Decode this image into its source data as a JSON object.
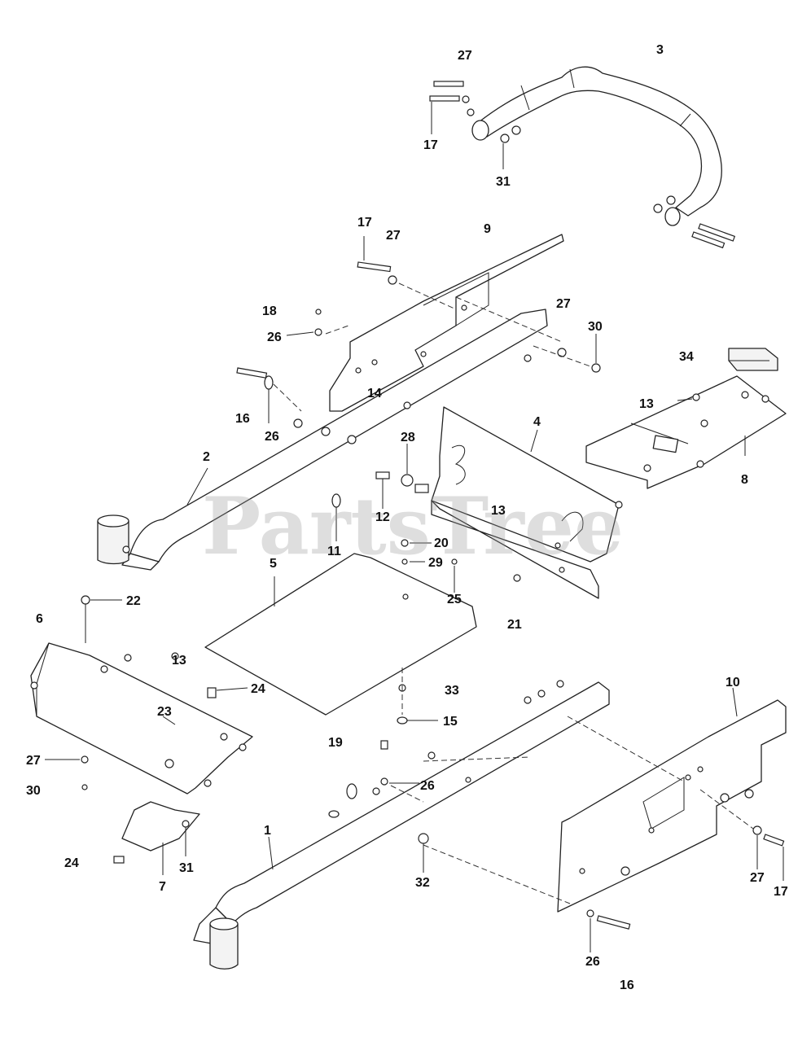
{
  "watermark": "PartsTree",
  "callouts": {
    "c1": "1",
    "c2": "2",
    "c3": "3",
    "c4": "4",
    "c5": "5",
    "c6": "6",
    "c7": "7",
    "c8": "8",
    "c9": "9",
    "c10": "10",
    "c11": "11",
    "c12": "12",
    "c13a": "13",
    "c13b": "13",
    "c13c": "13",
    "c14": "14",
    "c15": "15",
    "c16a": "16",
    "c16b": "16",
    "c17a": "17",
    "c17b": "17",
    "c17c": "17",
    "c18": "18",
    "c19": "19",
    "c20": "20",
    "c21": "21",
    "c22": "22",
    "c23": "23",
    "c24a": "24",
    "c24b": "24",
    "c25": "25",
    "c26a": "26",
    "c26b": "26",
    "c26c": "26",
    "c26d": "26",
    "c27a": "27",
    "c27b": "27",
    "c27c": "27",
    "c27d": "27",
    "c27e": "27",
    "c28": "28",
    "c29": "29",
    "c30a": "30",
    "c30b": "30",
    "c31a": "31",
    "c31b": "31",
    "c32": "32",
    "c33": "33",
    "c34": "34"
  },
  "colors": {
    "line": "#222222",
    "background": "#ffffff",
    "watermark": "#9a9a9a"
  }
}
